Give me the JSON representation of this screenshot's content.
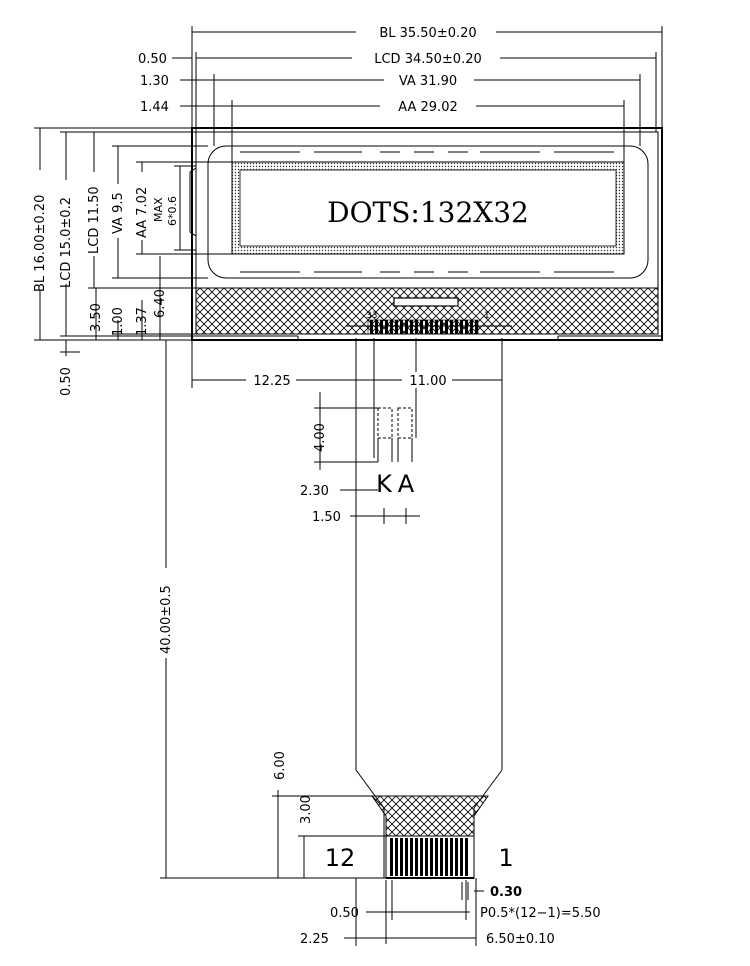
{
  "dims": {
    "bl_w": "BL  35.50±0.20",
    "lcd_w": "LCD  34.50±0.20",
    "va_w": "VA  31.90",
    "aa_w": "AA  29.02",
    "left_050": "0.50",
    "left_130": "1.30",
    "left_144": "1.44",
    "bl_h": "BL  16.00±0.20",
    "lcd_h": "LCD  15.0±0.2",
    "lcd_h2": "LCD  11.50",
    "va_h": "VA  9.5",
    "aa_h": "AA  7.02",
    "max": "MAX",
    "max_val": "6*0.6",
    "v_350": "3.50",
    "v_100": "1.00",
    "v_137": "1.37",
    "v_640": "6.40",
    "v_050": "0.50",
    "h_1225": "12.25",
    "h_1100": "11.00",
    "v_400": "4.00",
    "h_230": "2.30",
    "h_150": "1.50",
    "v_4000": "40.00±0.5",
    "v_600": "6.00",
    "v_300": "3.00",
    "h_030": "0.30",
    "h_050b": "0.50",
    "pitch": "P0.5*(12−1)=5.50",
    "h_225": "2.25",
    "h_650": "6.50±0.10"
  },
  "labels": {
    "dots": "DOTS:132X32",
    "k": "K",
    "a": "A",
    "pin_12": "12",
    "pin_1": "1",
    "pin_33": "33",
    "pin_1s": "1"
  }
}
